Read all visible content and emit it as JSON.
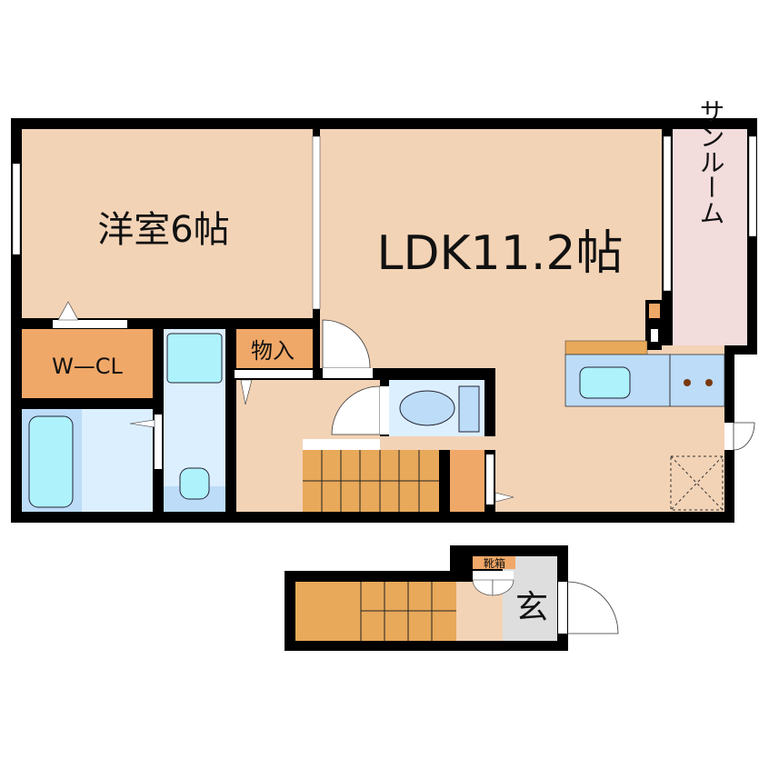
{
  "rooms": {
    "western": "洋室6帖",
    "ldk": "LDK11.2帖",
    "sunroom": "サンルーム",
    "wcl": "W—CL",
    "storage": "物入",
    "shoebox": "靴箱",
    "entrance": "玄"
  },
  "colors": {
    "room": "#f3d3b6",
    "closet": "#f0a868",
    "stairs": "#e8a95a",
    "wet": "#dcefff",
    "wet_dark": "#bcdcf8",
    "fixture": "#aef2fc",
    "sunroom": "#f3dcdc",
    "entrance": "#dedede",
    "wall": "#000000"
  }
}
